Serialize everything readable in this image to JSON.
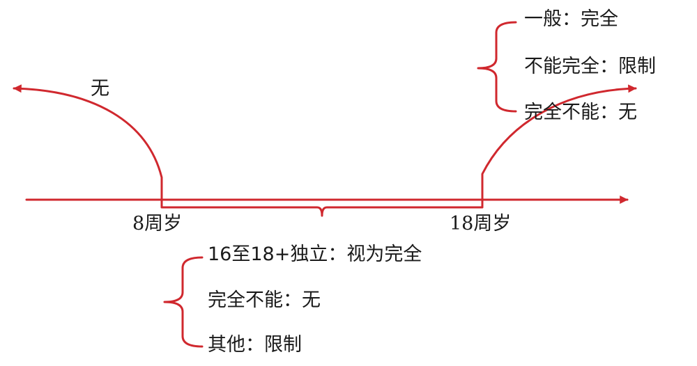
{
  "colors": {
    "line": "#d0282e",
    "text": "#1a1a1a",
    "background": "#ffffff"
  },
  "labels": {
    "left_zone": "无",
    "tick_8": "8周岁",
    "tick_18": "18周岁"
  },
  "adult_branch": [
    "一般：完全",
    "不能完全：限制",
    "完全不能：无"
  ],
  "middle_branch": [
    "16至18+独立：视为完全",
    "完全不能：无",
    "其他：限制"
  ]
}
